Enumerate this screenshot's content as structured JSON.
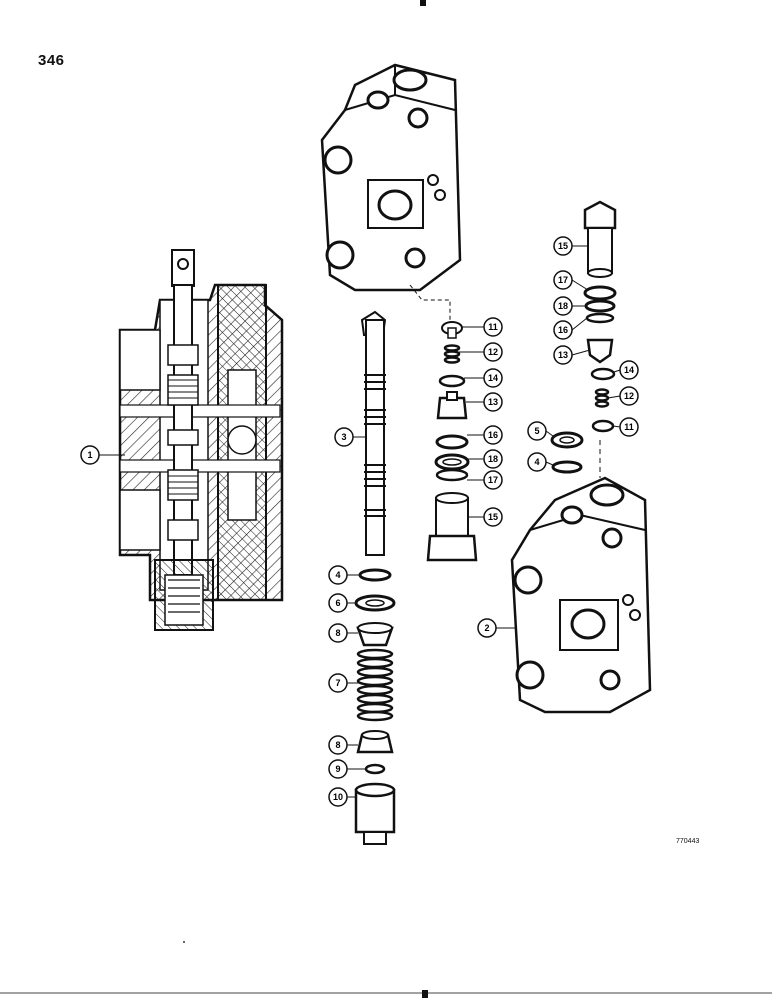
{
  "page_number": "346",
  "figure_code": "770443",
  "callouts": {
    "c1": "1",
    "c2": "2",
    "c3": "3",
    "c4a": "4",
    "c4b": "4",
    "c5": "5",
    "c6": "6",
    "c7": "7",
    "c8a": "8",
    "c8b": "8",
    "c9": "9",
    "c10": "10",
    "c11a": "11",
    "c11b": "11",
    "c12a": "12",
    "c12b": "12",
    "c13a": "13",
    "c13b": "13",
    "c14a": "14",
    "c14b": "14",
    "c15a": "15",
    "c15b": "15",
    "c16a": "16",
    "c16b": "16",
    "c17a": "17",
    "c17b": "17",
    "c18a": "18",
    "c18b": "18"
  }
}
